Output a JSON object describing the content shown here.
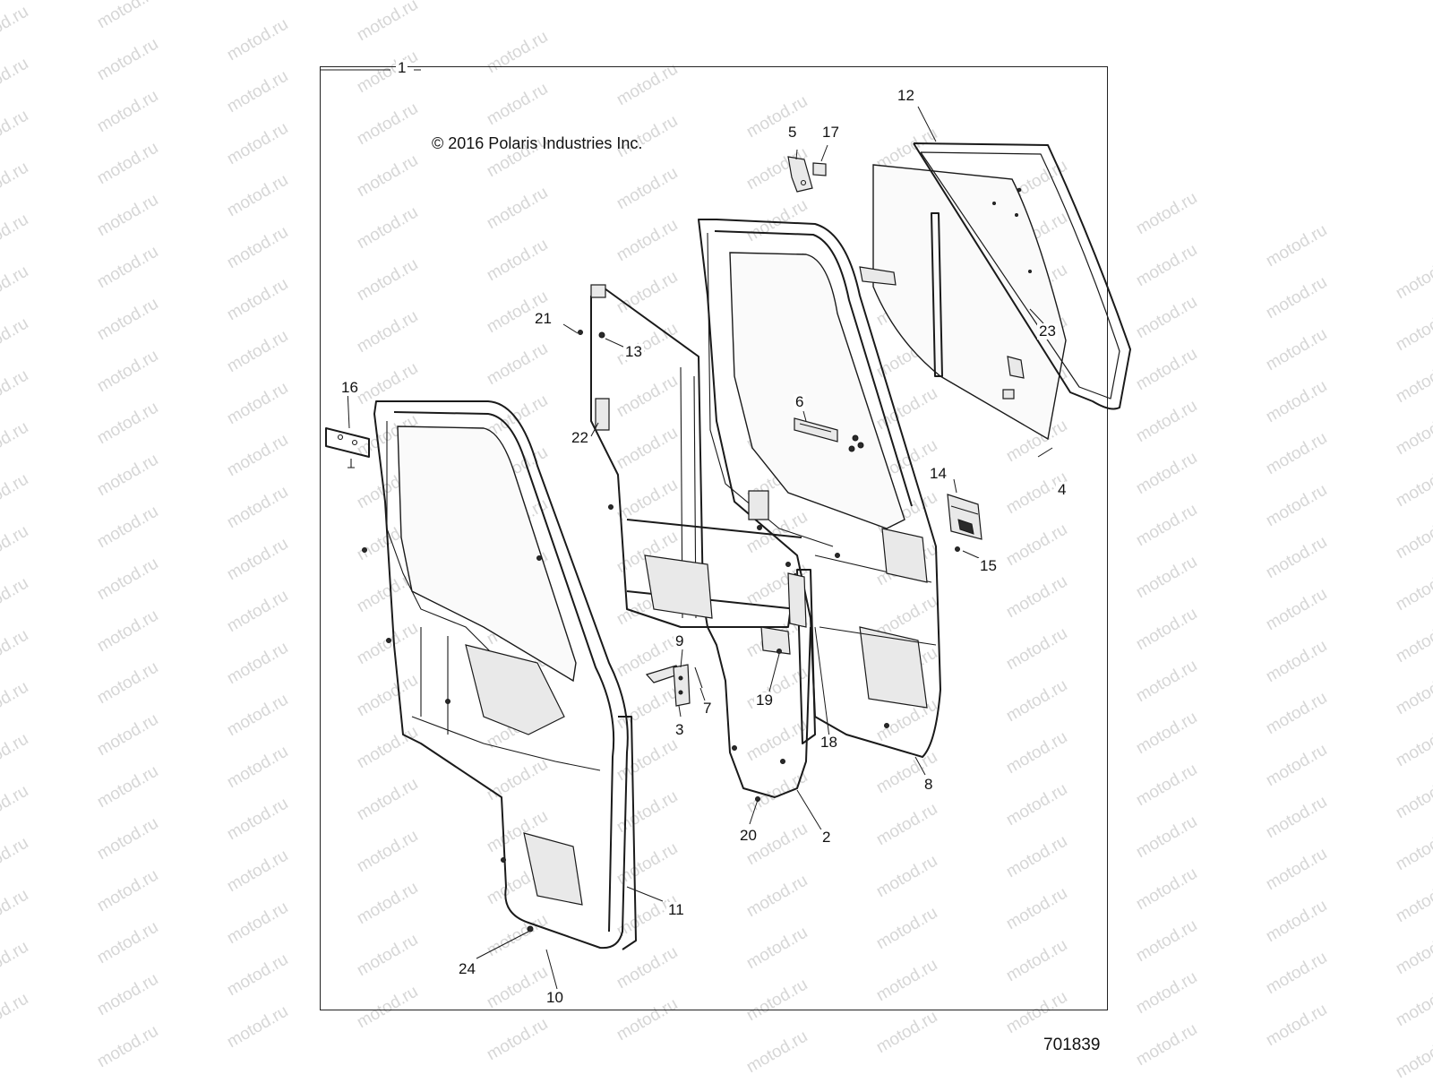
{
  "diagram": {
    "copyright": "© 2016 Polaris Industries Inc.",
    "document_number": "701839",
    "watermark_text": "motod.ru",
    "callouts": [
      {
        "id": "c1",
        "text": "1"
      },
      {
        "id": "c2",
        "text": "2"
      },
      {
        "id": "c3",
        "text": "3"
      },
      {
        "id": "c4",
        "text": "4"
      },
      {
        "id": "c5",
        "text": "5"
      },
      {
        "id": "c6",
        "text": "6"
      },
      {
        "id": "c7",
        "text": "7"
      },
      {
        "id": "c8",
        "text": "8"
      },
      {
        "id": "c9",
        "text": "9"
      },
      {
        "id": "c10",
        "text": "10"
      },
      {
        "id": "c11",
        "text": "11"
      },
      {
        "id": "c12",
        "text": "12"
      },
      {
        "id": "c13",
        "text": "13"
      },
      {
        "id": "c14",
        "text": "14"
      },
      {
        "id": "c15",
        "text": "15"
      },
      {
        "id": "c16",
        "text": "16"
      },
      {
        "id": "c17",
        "text": "17"
      },
      {
        "id": "c18",
        "text": "18"
      },
      {
        "id": "c19",
        "text": "19"
      },
      {
        "id": "c20",
        "text": "20"
      },
      {
        "id": "c21",
        "text": "21"
      },
      {
        "id": "c22",
        "text": "22"
      },
      {
        "id": "c23",
        "text": "23"
      },
      {
        "id": "c24",
        "text": "24"
      }
    ]
  }
}
